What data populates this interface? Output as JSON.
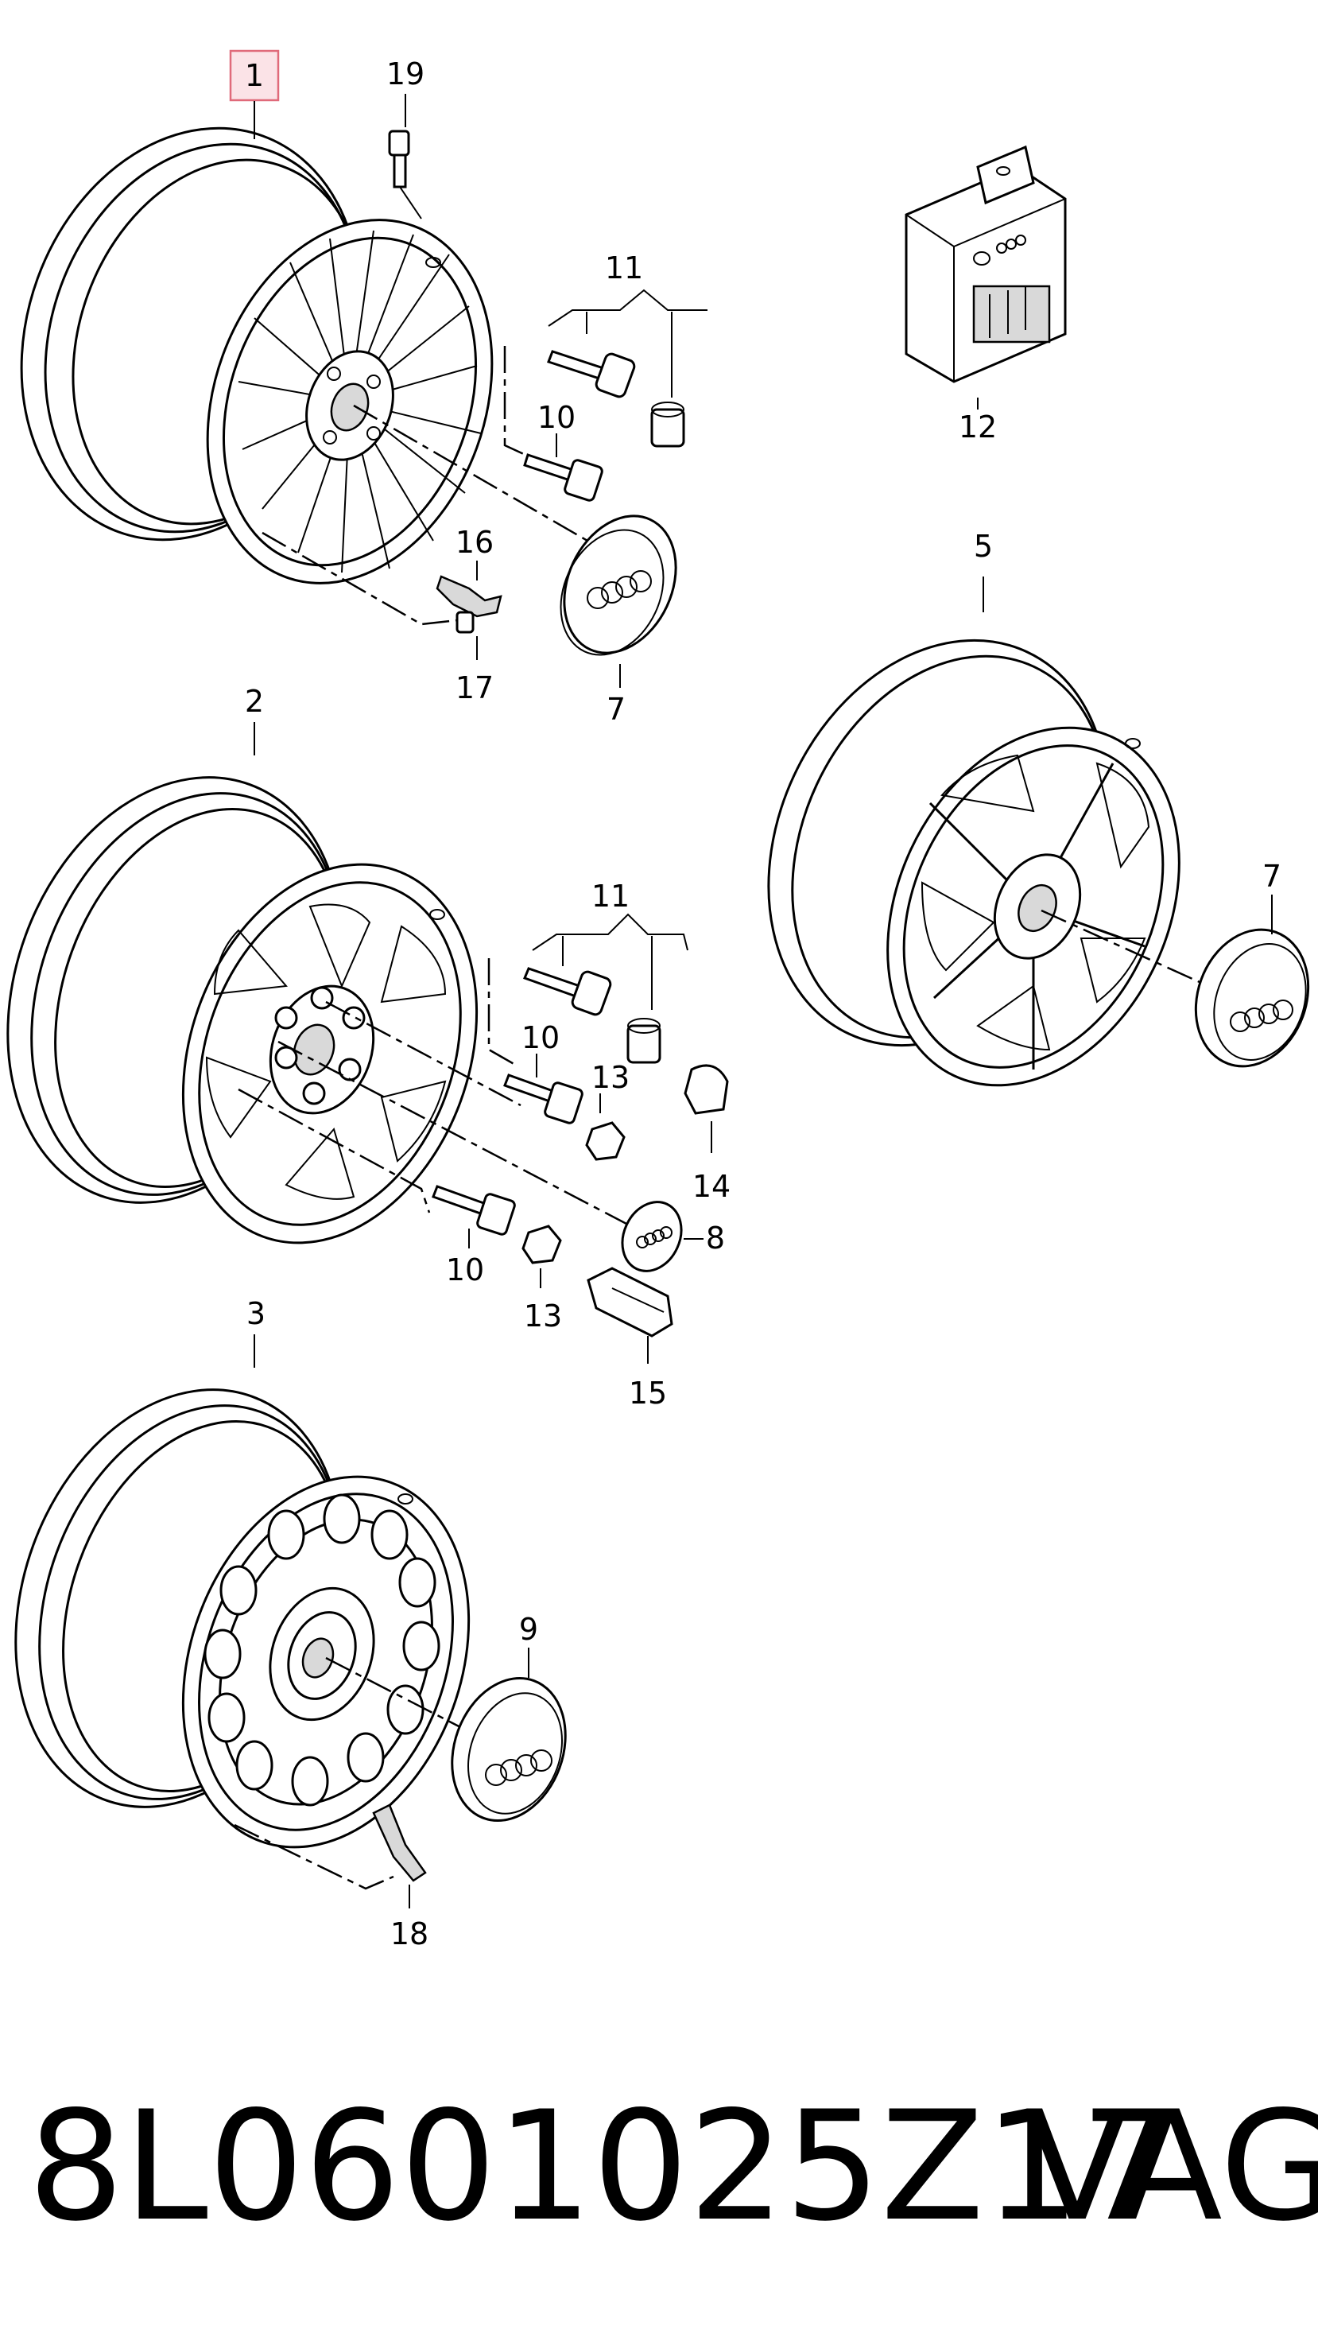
{
  "callouts": {
    "c1": "1",
    "c19": "19",
    "c11a": "11",
    "c10a": "10",
    "c12": "12",
    "c16": "16",
    "c17": "17",
    "c7a": "7",
    "c5": "5",
    "c2": "2",
    "c11b": "11",
    "c7b": "7",
    "c10b": "10",
    "c13a": "13",
    "c14": "14",
    "c10c": "10",
    "c8": "8",
    "c13b": "13",
    "c15": "15",
    "c3": "3",
    "c9": "9",
    "c18": "18"
  },
  "footer": {
    "part_number": "8L0601025Z17",
    "brand": "VAG"
  },
  "colors": {
    "highlight_border": "#e06a7a",
    "highlight_fill": "#fbe3e7"
  }
}
